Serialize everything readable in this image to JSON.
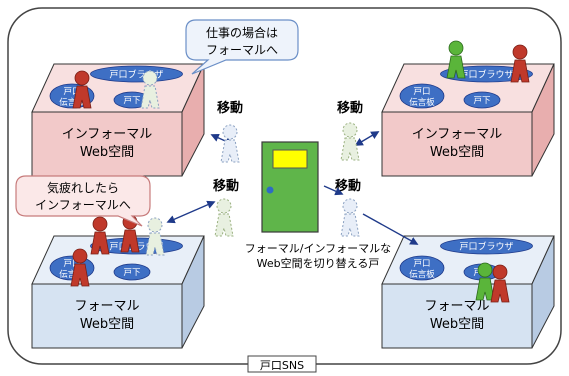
{
  "frame_label": "戸口SNS",
  "spaces": [
    {
      "id": "tl",
      "line1": "インフォーマル",
      "line2": "Web空間",
      "color": "#f2c9c9",
      "side_color": "#e8aeae",
      "top_color": "#f8e0e0",
      "browser": "戸口ブラウザ",
      "board_line1": "戸口",
      "board_line2": "伝言板",
      "hall": "戸下"
    },
    {
      "id": "tr",
      "line1": "インフォーマル",
      "line2": "Web空間",
      "color": "#f2c9c9",
      "side_color": "#e8aeae",
      "top_color": "#f8e0e0",
      "browser": "戸口ブラウザ",
      "board_line1": "戸口",
      "board_line2": "伝言板",
      "hall": "戸下"
    },
    {
      "id": "bl",
      "line1": "フォーマル",
      "line2": "Web空間",
      "color": "#d6e3f2",
      "side_color": "#b8cbe3",
      "top_color": "#e8eff8",
      "browser": "戸口ブラウザ",
      "board_line1": "戸口",
      "board_line2": "伝言板",
      "hall": "戸下"
    },
    {
      "id": "br",
      "line1": "フォーマル",
      "line2": "Web空間",
      "color": "#d6e3f2",
      "side_color": "#b8cbe3",
      "top_color": "#e8eff8",
      "browser": "戸口ブラウザ",
      "board_line1": "戸口",
      "board_line2": "伝言板",
      "hall": "戸下"
    }
  ],
  "move_label": "移動",
  "callouts": {
    "work": {
      "line1": "仕事の場合は",
      "line2": "フォーマルへ"
    },
    "tired": {
      "line1": "気疲れしたら",
      "line2": "インフォーマルへ"
    }
  },
  "door_caption": {
    "line1": "フォーマル/インフォーマルな",
    "line2": "Web空間を切り替える戸"
  },
  "colors": {
    "red_person": "#c0392b",
    "green_person": "#5ab53a",
    "ghost_fill": "#e8f0e0",
    "ghost_stroke": "#8aa0c0",
    "door": "#5fb54a",
    "door_window": "#ffff00",
    "ellipse": "#3e6fc4",
    "arrow": "#1f3a8a"
  }
}
